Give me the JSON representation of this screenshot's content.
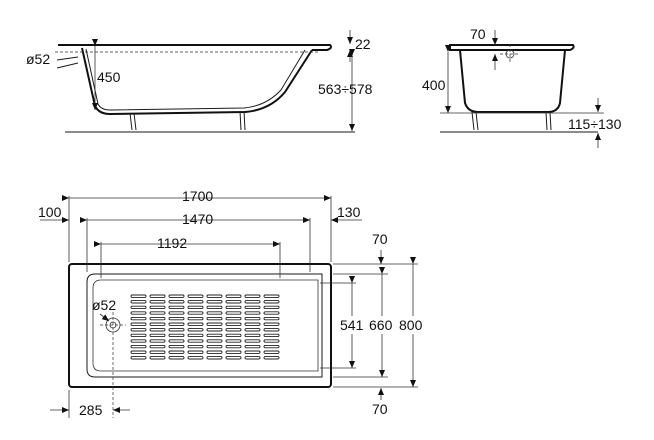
{
  "side_view": {
    "drain_diameter": "ø52",
    "inner_depth": "450",
    "rim_thickness": "22",
    "total_height": "563÷578"
  },
  "end_view": {
    "overflow_offset": "70",
    "depth": "400",
    "leg_height": "115÷130"
  },
  "plan_view": {
    "overall_length": "1700",
    "inner_length": "1470",
    "grip_length": "1192",
    "left_margin": "100",
    "right_margin": "130",
    "top_margin": "70",
    "bottom_margin": "70",
    "grip_width": "541",
    "inner_width": "660",
    "overall_width": "800",
    "drain_diameter": "ø52",
    "drain_offset": "285"
  },
  "colors": {
    "line": "#1a1a1a",
    "background": "#ffffff"
  }
}
